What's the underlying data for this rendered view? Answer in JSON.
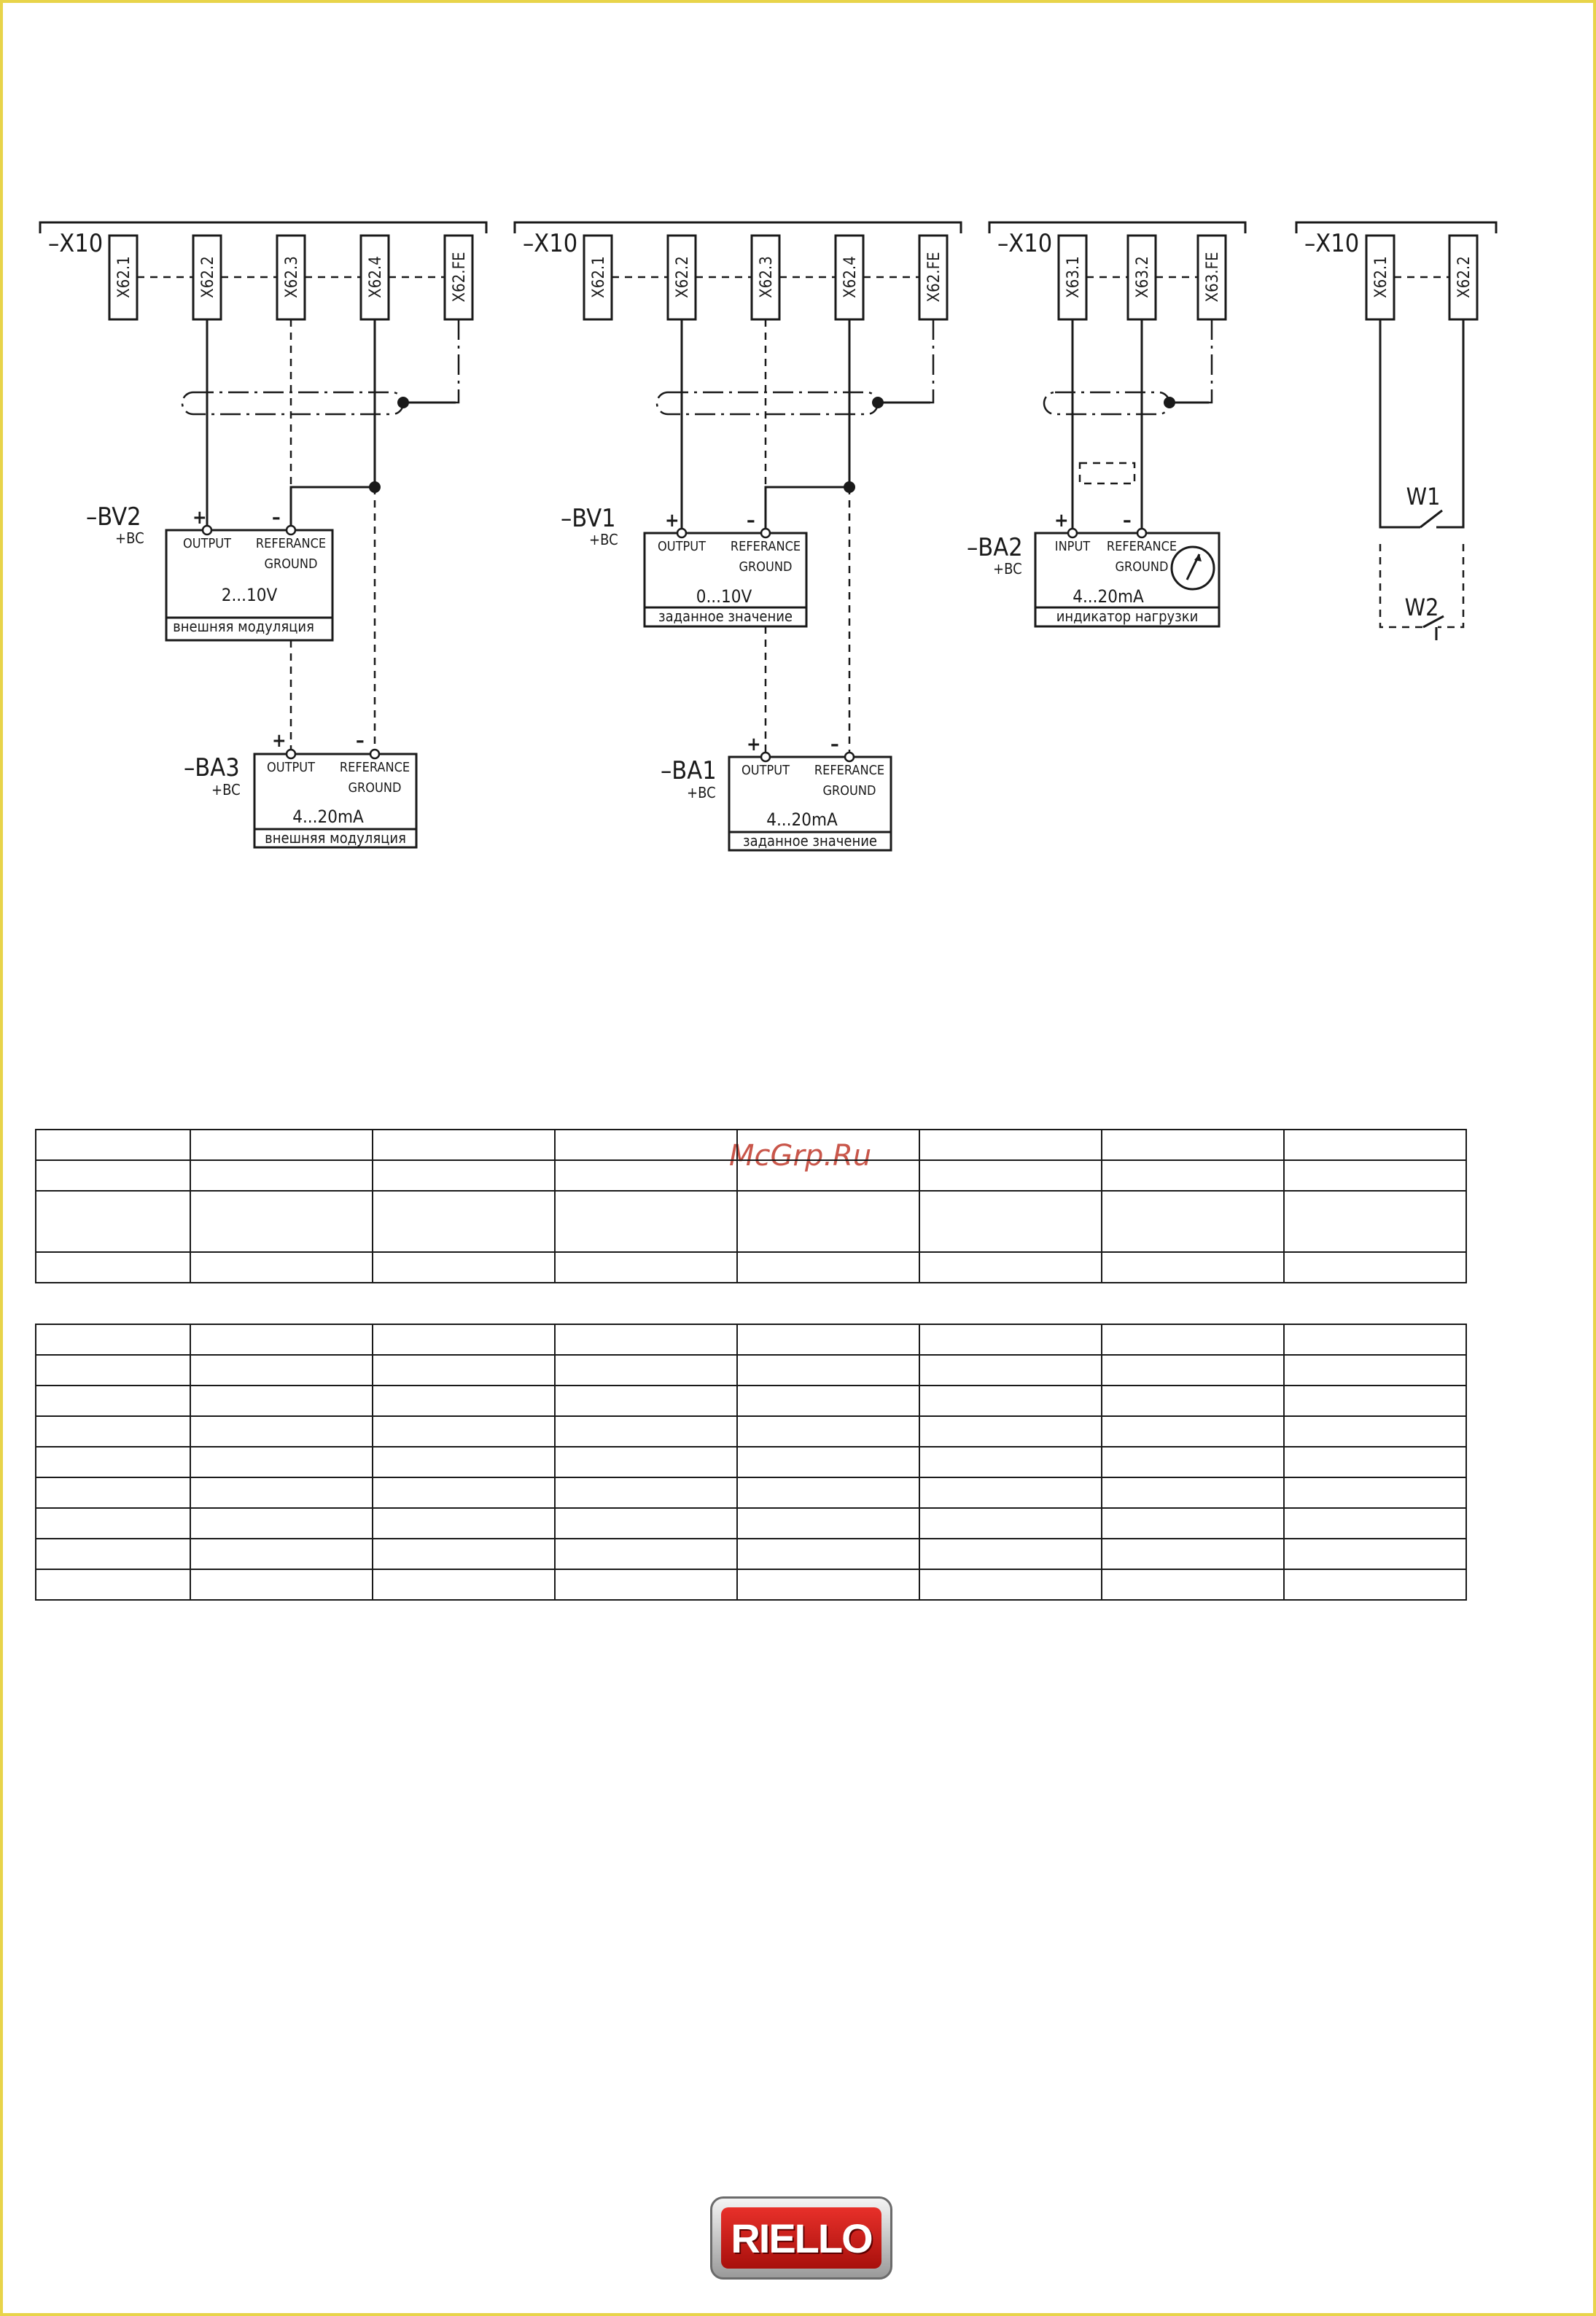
{
  "blocks": [
    {
      "connector": "–X10",
      "terminals": [
        "X62.1",
        "X62.2",
        "X62.3",
        "X62.4",
        "X62.FE"
      ],
      "upper_device": {
        "tag": "–BV2",
        "location": "+BC",
        "plus": "+",
        "minus": "–",
        "pin1": "OUTPUT",
        "pin2a": "REFERANCE",
        "pin2b": "GROUND",
        "value": "2...10V",
        "caption": "внешняя модуляция"
      },
      "lower_device": {
        "tag": "–BA3",
        "location": "+BC",
        "plus": "+",
        "minus": "–",
        "pin1": "OUTPUT",
        "pin2a": "REFERANCE",
        "pin2b": "GROUND",
        "value": "4...20mA",
        "caption": "внешняя модуляция"
      }
    },
    {
      "connector": "–X10",
      "terminals": [
        "X62.1",
        "X62.2",
        "X62.3",
        "X62.4",
        "X62.FE"
      ],
      "upper_device": {
        "tag": "–BV1",
        "location": "+BC",
        "plus": "+",
        "minus": "–",
        "pin1": "OUTPUT",
        "pin2a": "REFERANCE",
        "pin2b": "GROUND",
        "value": "0...10V",
        "caption": "заданное значение"
      },
      "lower_device": {
        "tag": "–BA1",
        "location": "+BC",
        "plus": "+",
        "minus": "–",
        "pin1": "OUTPUT",
        "pin2a": "REFERANCE",
        "pin2b": "GROUND",
        "value": "4...20mA",
        "caption": "заданное значение"
      }
    },
    {
      "connector": "–X10",
      "terminals": [
        "X63.1",
        "X63.2",
        "X63.FE"
      ],
      "device": {
        "tag": "–BA2",
        "location": "+BC",
        "plus": "+",
        "minus": "–",
        "pin1": "INPUT",
        "pin2a": "REFERANCE",
        "pin2b": "GROUND",
        "value": "4...20mA",
        "caption": "индикатор нагрузки"
      }
    },
    {
      "connector": "–X10",
      "terminals": [
        "X62.1",
        "X62.2"
      ],
      "switch1": "W1",
      "switch2": "W2"
    }
  ],
  "watermark": "McGrp.Ru",
  "table1_rows": 4,
  "table2_rows": 9,
  "table_columns": 8,
  "logo_text": "RIELLO"
}
